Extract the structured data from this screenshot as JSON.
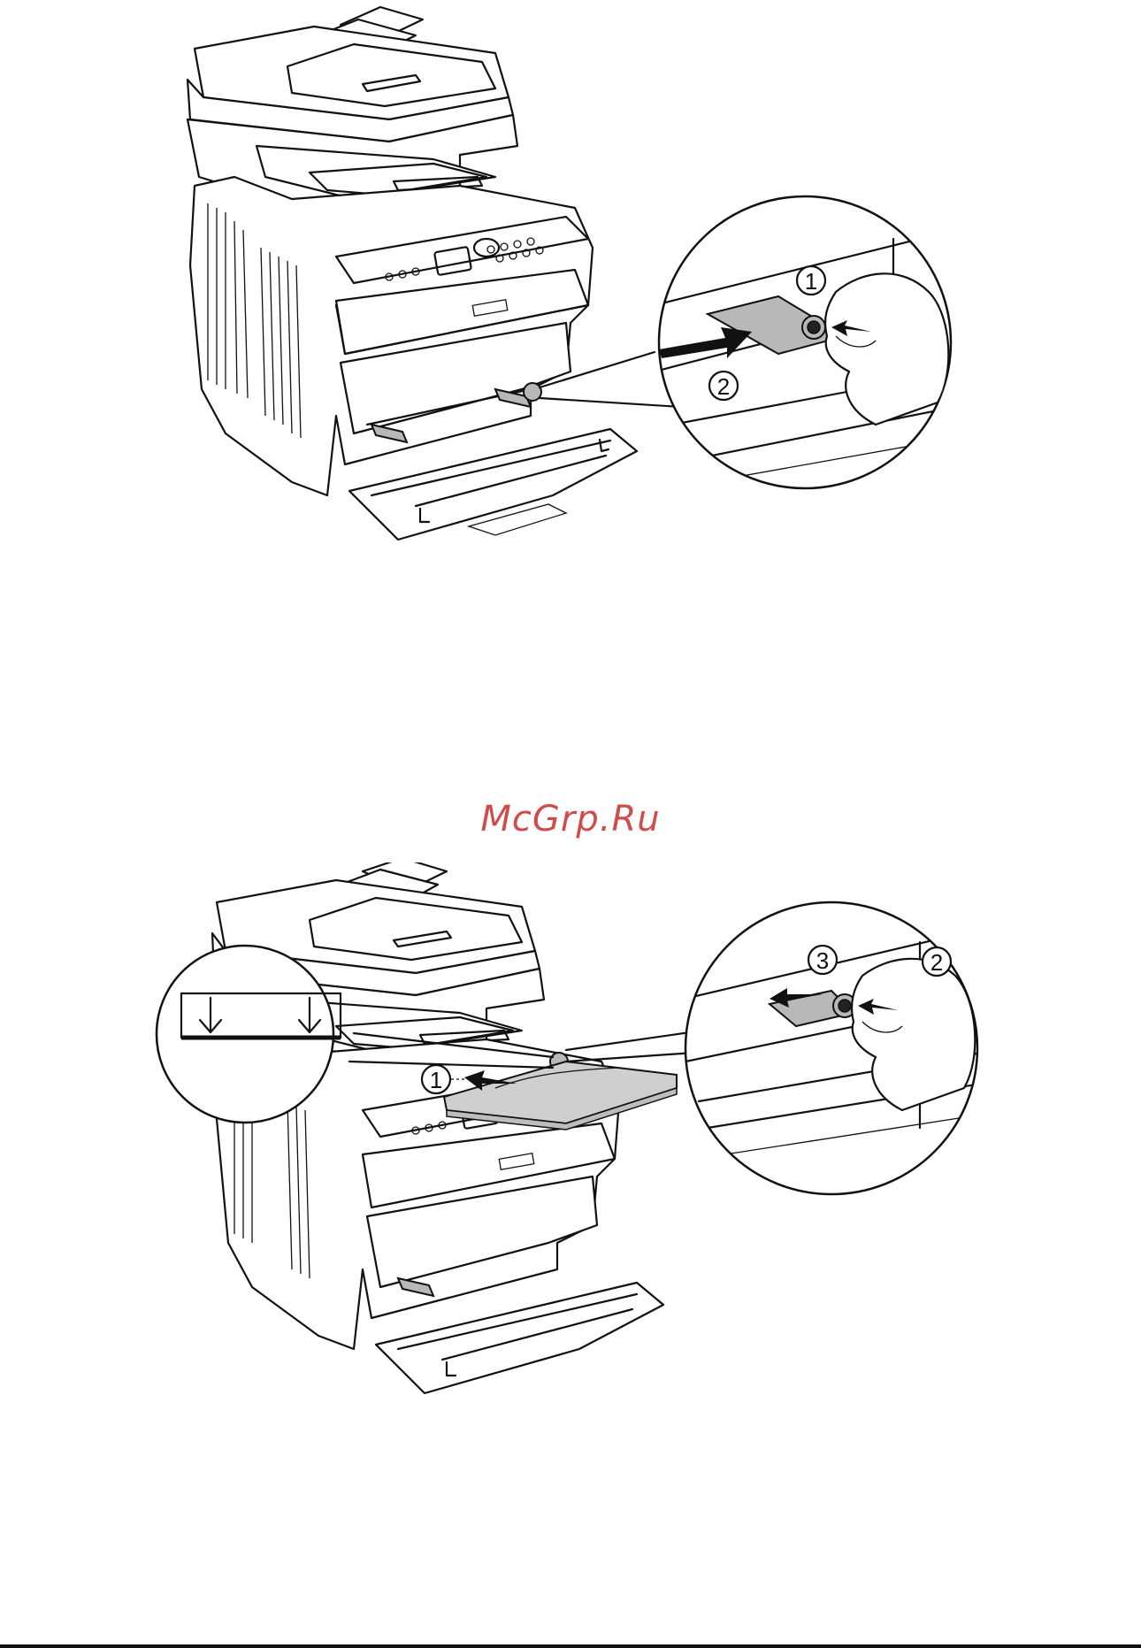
{
  "watermark": {
    "text": "McGrp.Ru",
    "color": "#d24b4b"
  },
  "figure_top": {
    "callouts": [
      "1",
      "2"
    ]
  },
  "figure_bottom": {
    "callouts": [
      "1",
      "3",
      "2"
    ]
  },
  "icons": [
    "printer-illustration",
    "zoom-callout-circle",
    "press-arrow-icon",
    "down-arrow-icon",
    "paper-stack-icon",
    "hand-icon"
  ]
}
